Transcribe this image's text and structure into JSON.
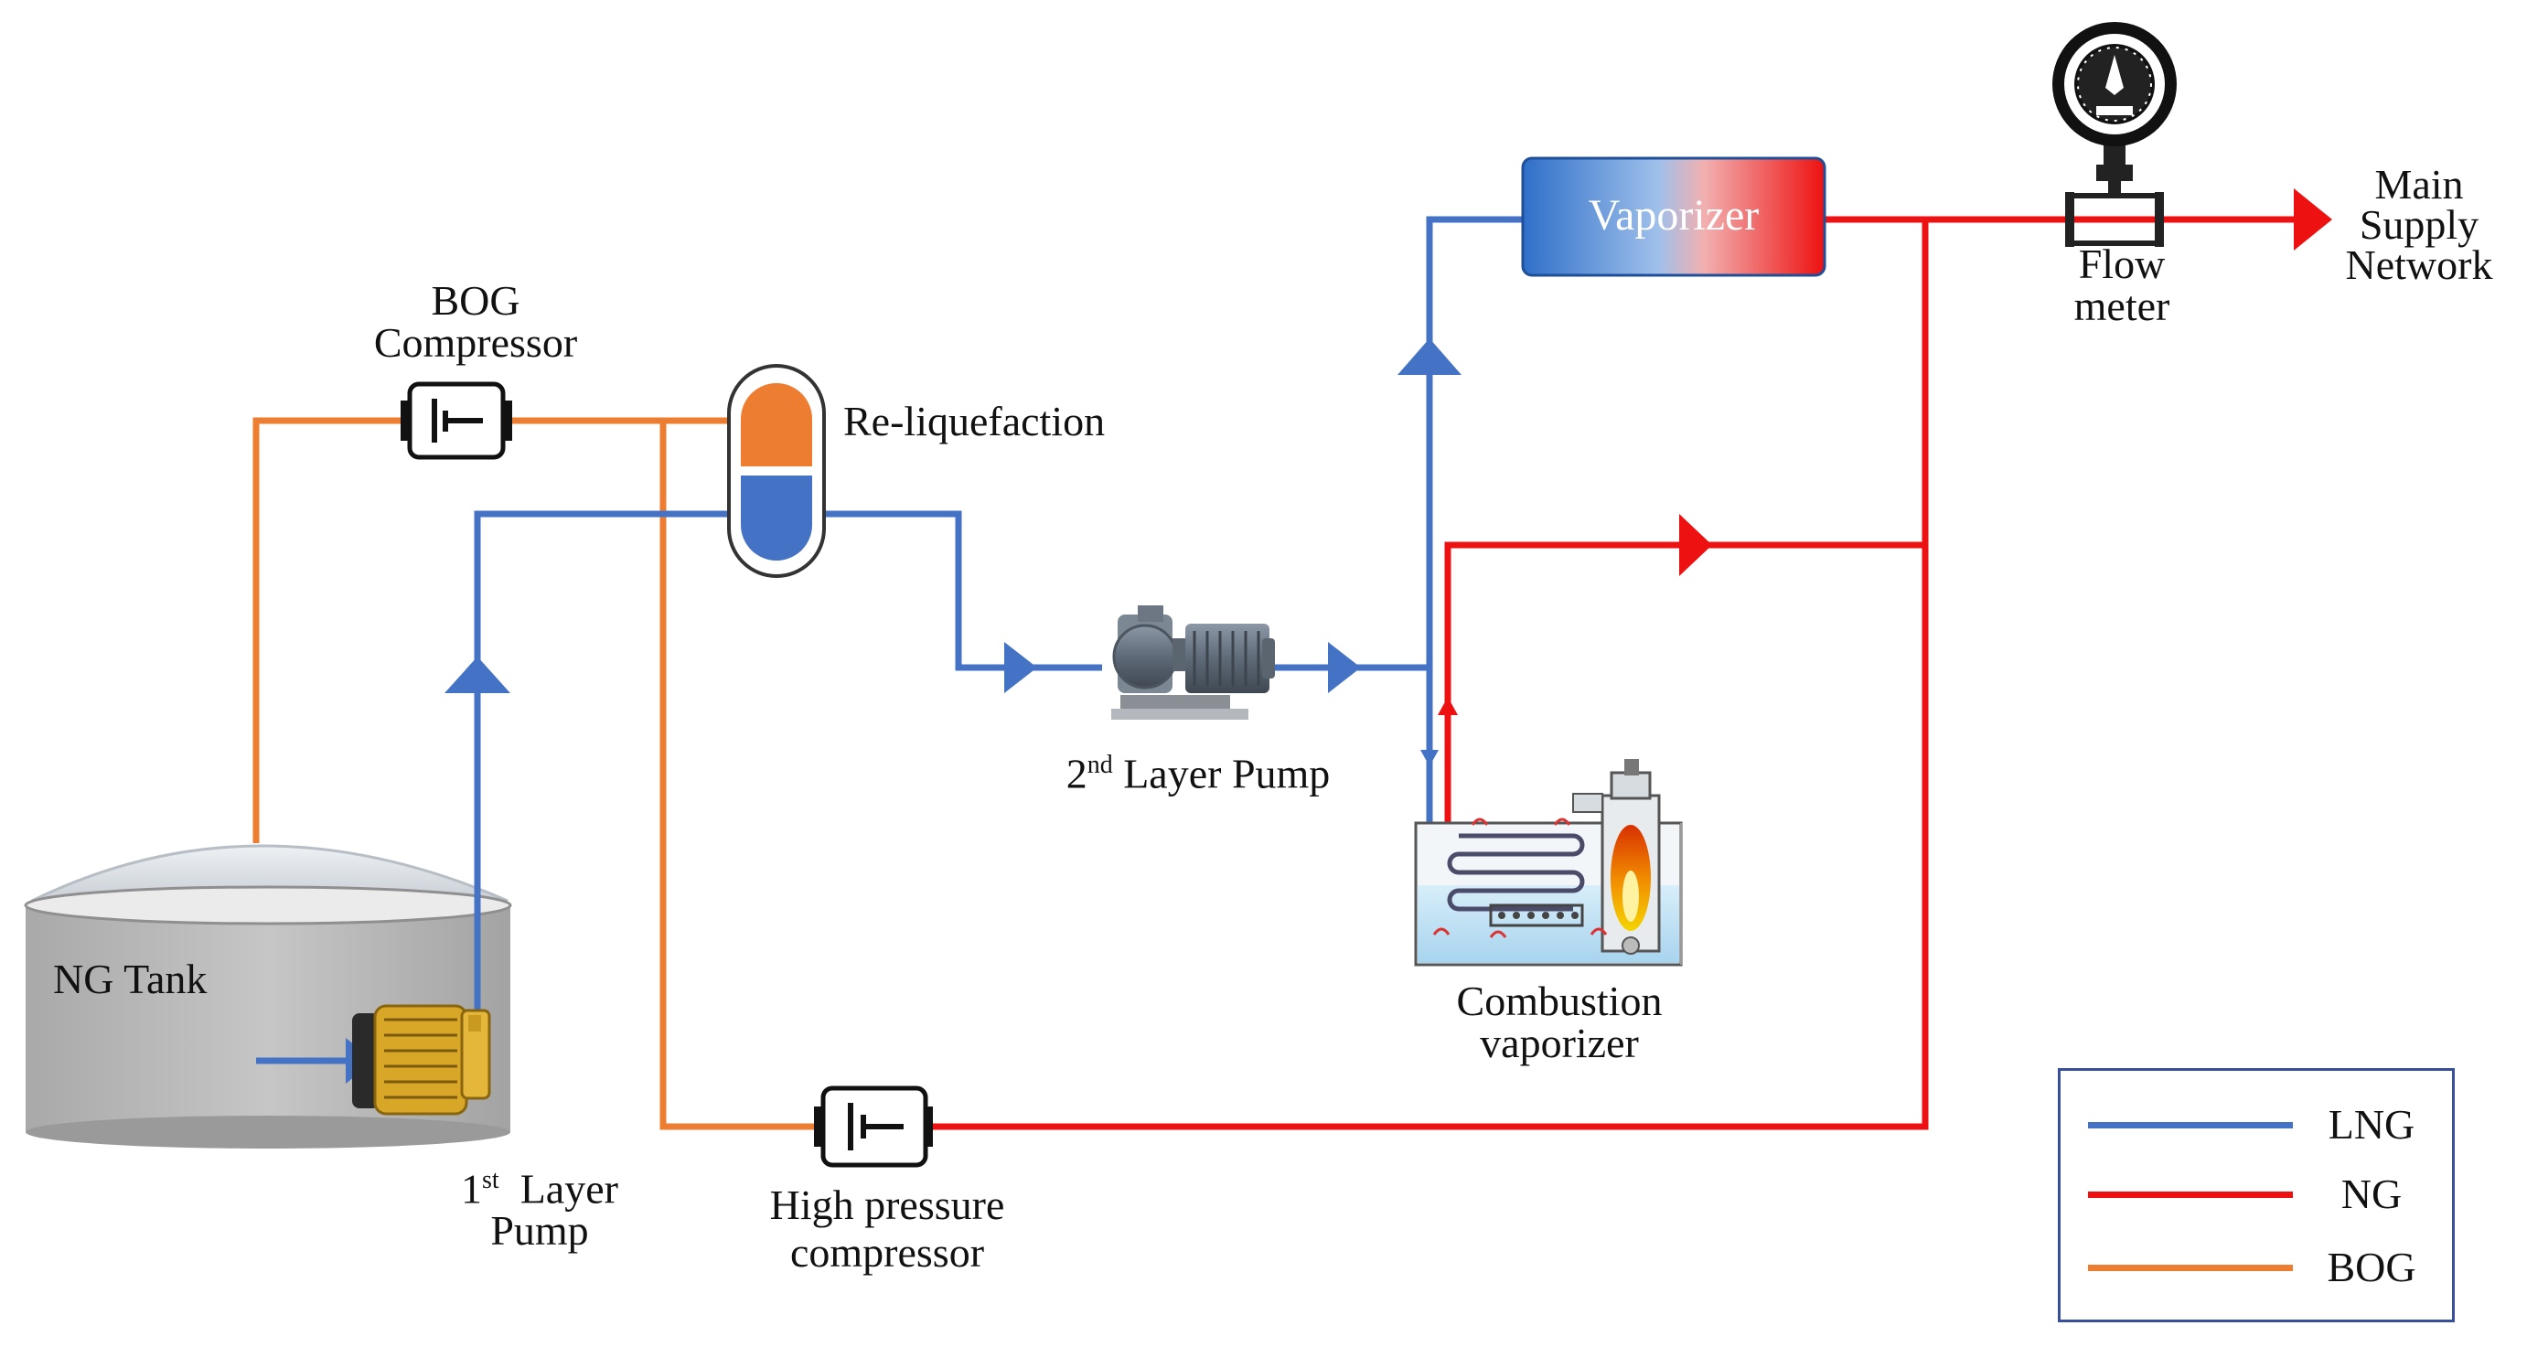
{
  "labels": {
    "bog_compressor": [
      "BOG",
      "Compressor"
    ],
    "reliquefaction": "Re-liquefaction",
    "vaporizer": "Vaporizer",
    "flow_meter": [
      "Flow",
      "meter"
    ],
    "main_supply": [
      "Main",
      "Supply",
      "Network"
    ],
    "layer2_pump": {
      "num": "2",
      "sup": "nd",
      "text": "Layer Pump"
    },
    "combustion_vaporizer": [
      "Combustion",
      "vaporizer"
    ],
    "ng_tank": "NG Tank",
    "layer1_pump": {
      "num": "1",
      "sup": "st",
      "text": "Layer",
      "line2": "Pump"
    },
    "hp_compressor": [
      "High pressure",
      "compressor"
    ]
  },
  "legend": [
    {
      "label": "LNG",
      "color": "#4472c4"
    },
    {
      "label": "NG",
      "color": "#ee1111"
    },
    {
      "label": "BOG",
      "color": "#ed7d31"
    }
  ],
  "colors": {
    "lng": "#4472c4",
    "ng": "#ee1111",
    "bog": "#ed7d31",
    "legend_border": "#3a4f9a"
  },
  "icons": {
    "tank": "tank-icon",
    "pump": "centrifugal-pump-icon",
    "compressor": "compressor-icon",
    "flow_meter": "flow-meter-gauge-icon",
    "burner": "flame-icon"
  }
}
